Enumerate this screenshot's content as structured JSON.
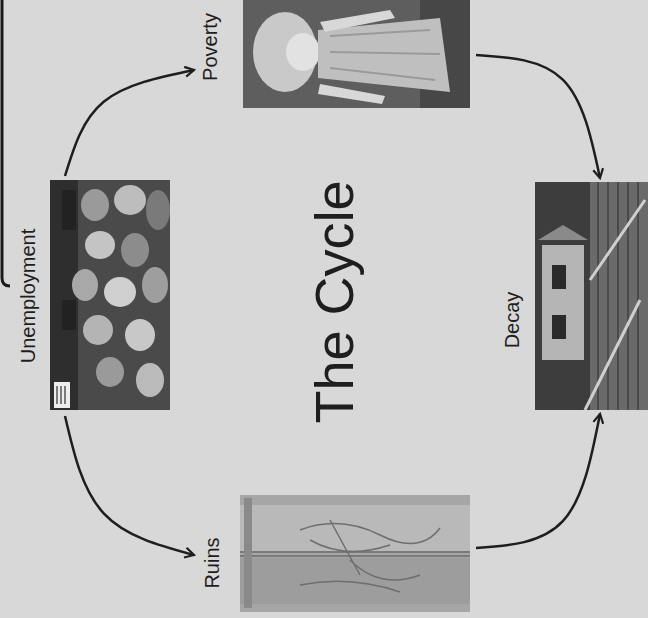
{
  "diagram": {
    "title": "The Cycle",
    "nodes": [
      {
        "text": [
          "Unemployment"
        ]
      },
      {
        "text": [
          "Poverty"
        ]
      },
      {
        "text": [
          "Ruins"
        ]
      },
      {
        "text": [
          "Decay"
        ]
      }
    ],
    "edges": [
      {
        "from": 0,
        "to": 1,
        "arrow": "to"
      },
      {
        "from": 1,
        "to": 3,
        "arrow": "to"
      },
      {
        "from": 0,
        "to": 2,
        "arrow": "to"
      },
      {
        "from": 2,
        "to": 3,
        "arrow": "to"
      }
    ]
  }
}
